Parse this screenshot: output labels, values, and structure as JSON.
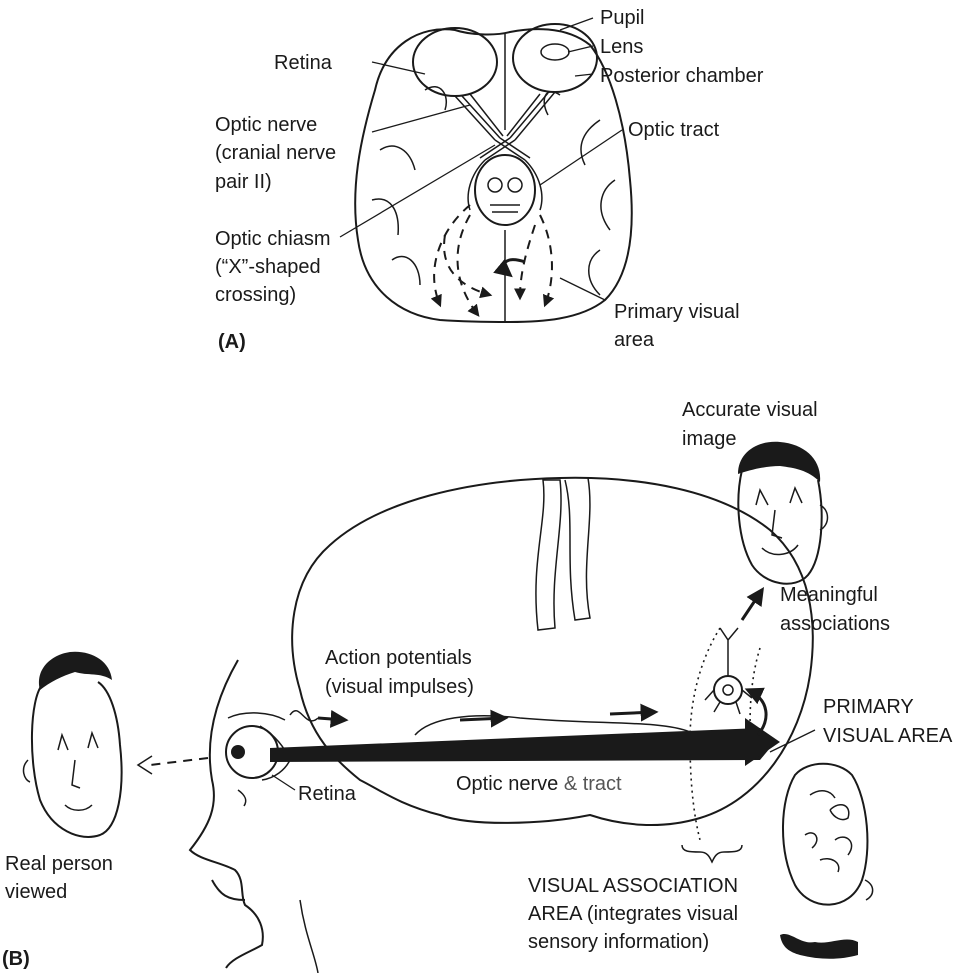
{
  "panel_a": {
    "tag": "(A)",
    "labels": {
      "pupil": "Pupil",
      "lens": "Lens",
      "posterior_chamber": "Posterior chamber",
      "retina": "Retina",
      "optic_nerve": [
        "Optic nerve",
        "(cranial nerve",
        "pair II)"
      ],
      "optic_tract": "Optic tract",
      "optic_chiasm": [
        "Optic chiasm",
        "(“X”-shaped",
        "crossing)"
      ],
      "primary_visual_area": [
        "Primary visual",
        "area"
      ]
    }
  },
  "panel_b": {
    "tag": "(B)",
    "labels": {
      "accurate_image": [
        "Accurate visual",
        "image"
      ],
      "meaningful": [
        "Meaningful",
        "associations"
      ],
      "action_potentials": [
        "Action potentials",
        "(visual impulses)"
      ],
      "optic_nerve_main": "Optic nerve",
      "optic_nerve_rest": " & tract",
      "primary_visual_area": [
        "PRIMARY",
        "VISUAL AREA"
      ],
      "retina": "Retina",
      "real_person": [
        "Real person",
        "viewed"
      ],
      "visual_association": [
        "VISUAL ASSOCIATION",
        "AREA (integrates visual",
        "sensory information)"
      ]
    }
  }
}
